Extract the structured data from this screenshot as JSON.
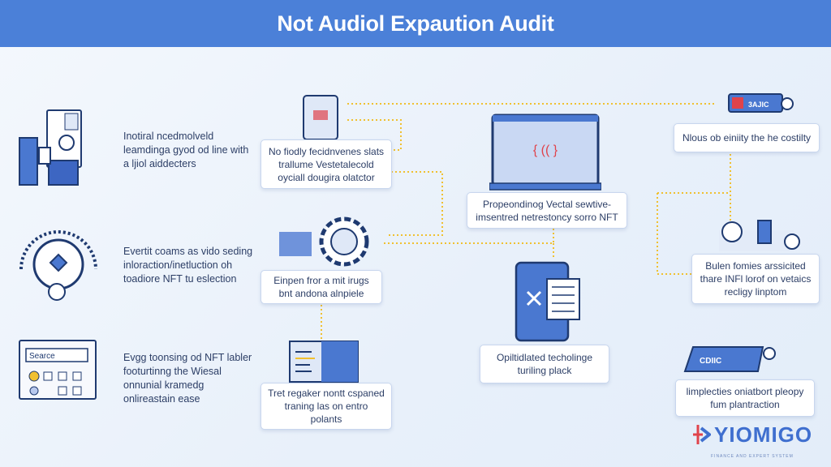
{
  "header": {
    "title": "Not Audiol Expaution Audit"
  },
  "left_descriptions": [
    "Inotiral ncedmolveld leamdinga gyod od line with a ljiol aiddecters",
    "Evertit coams as vido seding inloraction/inetluction oh toadiore NFT tu eslection",
    "Evgg toonsing od NFT labler footurtinng the Wiesal onnunial kramedg onlireastain ease"
  ],
  "boxes": {
    "tablet": "No fiodly fecidnvenes slats trallume Vestetalecold oyciall dougira olatctor",
    "gear": "Einpen fror a mit irugs bnt andona alnpiele",
    "document": "Tret regaker nontt cspaned traning las on entro polants",
    "laptop": "Propeondinog Vectal sewtive- imsentred netrestoncy sorro NFT",
    "clipboard": "Opiltidlated techolinge turiling plack",
    "badge": "Nlous ob einiity the he costilty",
    "tools": "Bulen fomies arssicited thare INFl lorof on vetaics recligy linptom",
    "card": "limplecties oniatbort pleopy fum plantraction"
  },
  "icon_labels": {
    "badge_tag": "3AJIC",
    "card_tag": "CDIIC",
    "search_field": "Searce",
    "laptop_code": "{ (( }"
  },
  "logo": {
    "name": "YIOMIGO",
    "tagline": "FINANCE AND EXPERT SYSTEM"
  },
  "colors": {
    "header": "#4b80d8",
    "accent_blue": "#4a78d0",
    "connector": "#f0c030",
    "alert": "#e0434b"
  }
}
